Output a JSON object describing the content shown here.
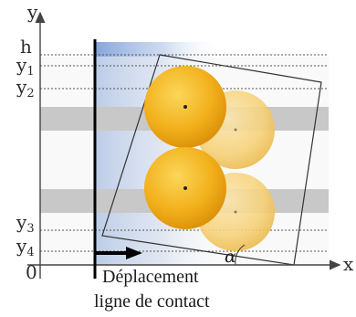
{
  "axes": {
    "x_label": "x",
    "y_label": "y",
    "origin": "0"
  },
  "levels": [
    {
      "name": "h",
      "sub": ""
    },
    {
      "name": "y",
      "sub": "1"
    },
    {
      "name": "y",
      "sub": "2"
    },
    {
      "name": "y",
      "sub": "3"
    },
    {
      "name": "y",
      "sub": "4"
    }
  ],
  "angle_label": "α",
  "caption": {
    "line1": "Déplacement",
    "line2": "ligne de contact"
  },
  "colors": {
    "ink": "#2b2b2b",
    "band": "#c8c8c8",
    "gradient_start": "#6f95d4",
    "sphere_front": "#f2b11c",
    "sphere_back": "#f6d27a"
  }
}
